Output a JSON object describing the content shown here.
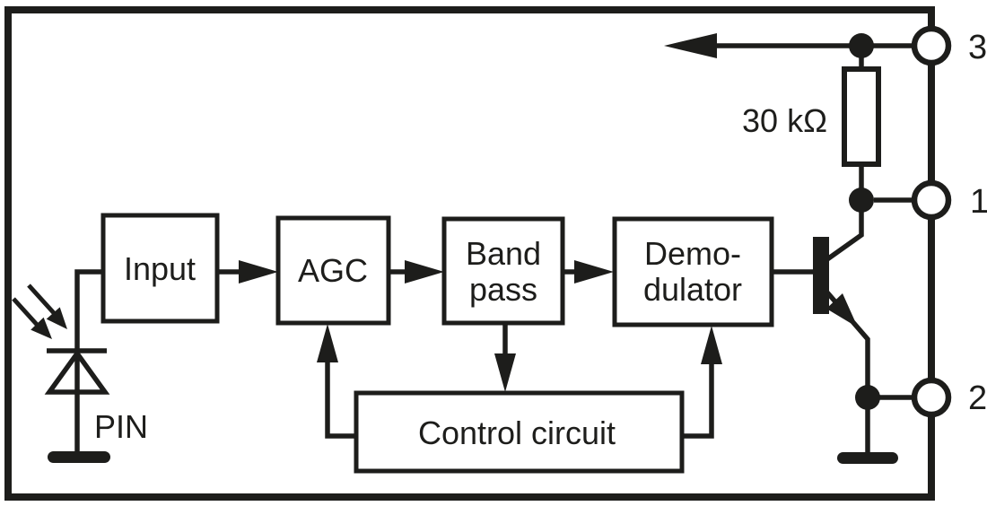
{
  "diagram": {
    "blocks": {
      "input": {
        "label": "Input"
      },
      "agc": {
        "label": "AGC"
      },
      "bandpass": {
        "line1": "Band",
        "line2": "pass"
      },
      "demodulator": {
        "line1": "Demo-",
        "line2": "dulator"
      },
      "control": {
        "label": "Control circuit"
      }
    },
    "components": {
      "resistor_value": "30 kΩ",
      "photodiode_label": "PIN"
    },
    "pins": [
      {
        "number": "3"
      },
      {
        "number": "1"
      },
      {
        "number": "2"
      }
    ],
    "colors": {
      "line": "#1d1d1b",
      "background": "#ffffff"
    }
  }
}
